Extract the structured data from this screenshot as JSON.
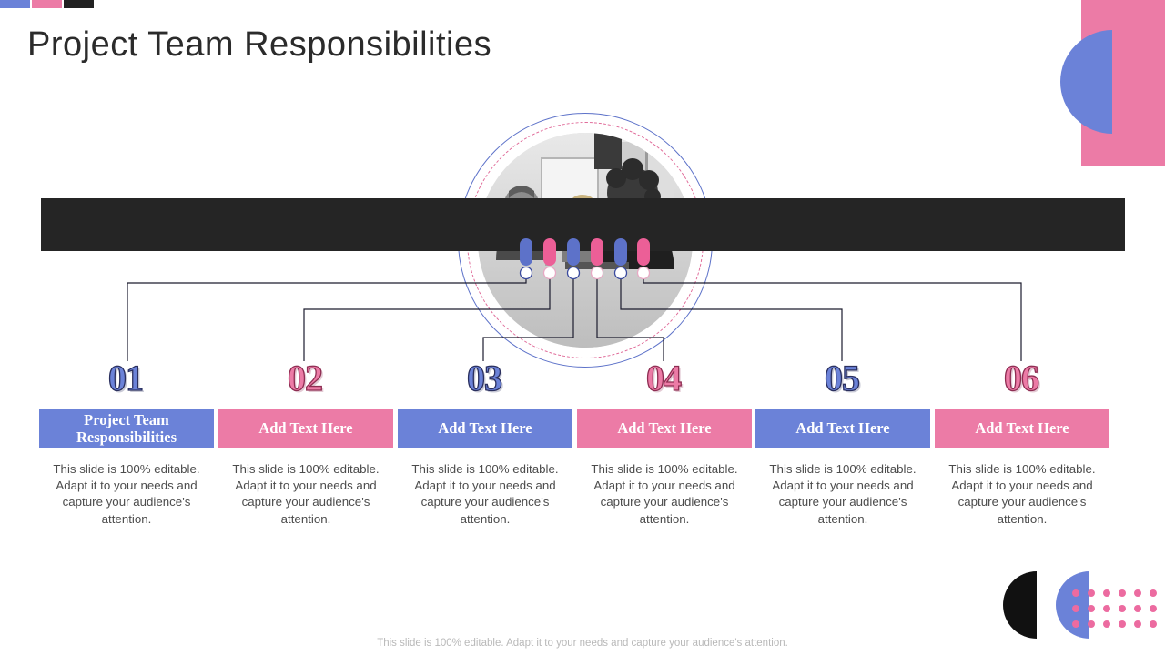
{
  "slide": {
    "title": "Project Team Responsibilities",
    "footer_note": "This slide is 100% editable. Adapt it to your needs and capture your audience's attention."
  },
  "swatches": [
    {
      "name": "swatch-blue",
      "color": "#6b82d8"
    },
    {
      "name": "swatch-pink",
      "color": "#ec7ba6"
    },
    {
      "name": "swatch-dark",
      "color": "#222222"
    }
  ],
  "decor": {
    "top_right_rect_color": "#ec7ba6",
    "top_right_half_circle_color": "#6b82d8",
    "bottom_right_half_circle_black": "#111111",
    "bottom_right_half_circle_blue": "#6b82d8",
    "bottom_right_dot_color": "#ec6ba0",
    "dark_band_color": "#252525",
    "ring_outer_color": "#5d72c9",
    "ring_dashed_color": "#e06b99"
  },
  "body_text_shared": "This slide is 100% editable. Adapt it to your needs and capture your audience's attention.",
  "steps": [
    {
      "number": "01",
      "accent": "blue",
      "label": "Project Team Responsibilities",
      "body": "This slide is 100% editable. Adapt it to your needs and capture your audience's attention."
    },
    {
      "number": "02",
      "accent": "pink",
      "label": "Add Text Here",
      "body": "This slide is 100% editable. Adapt it to your needs and capture your audience's attention."
    },
    {
      "number": "03",
      "accent": "blue",
      "label": "Add Text Here",
      "body": "This slide is 100% editable. Adapt it to your needs and capture your audience's attention."
    },
    {
      "number": "04",
      "accent": "pink",
      "label": "Add Text Here",
      "body": "This slide is 100% editable. Adapt it to your needs and capture your audience's attention."
    },
    {
      "number": "05",
      "accent": "blue",
      "label": "Add Text Here",
      "body": "This slide is 100% editable. Adapt it to your needs and capture your audience's attention."
    },
    {
      "number": "06",
      "accent": "pink",
      "label": "Add Text Here",
      "body": "This slide is 100% editable. Adapt it to your needs and capture your audience's attention."
    }
  ]
}
